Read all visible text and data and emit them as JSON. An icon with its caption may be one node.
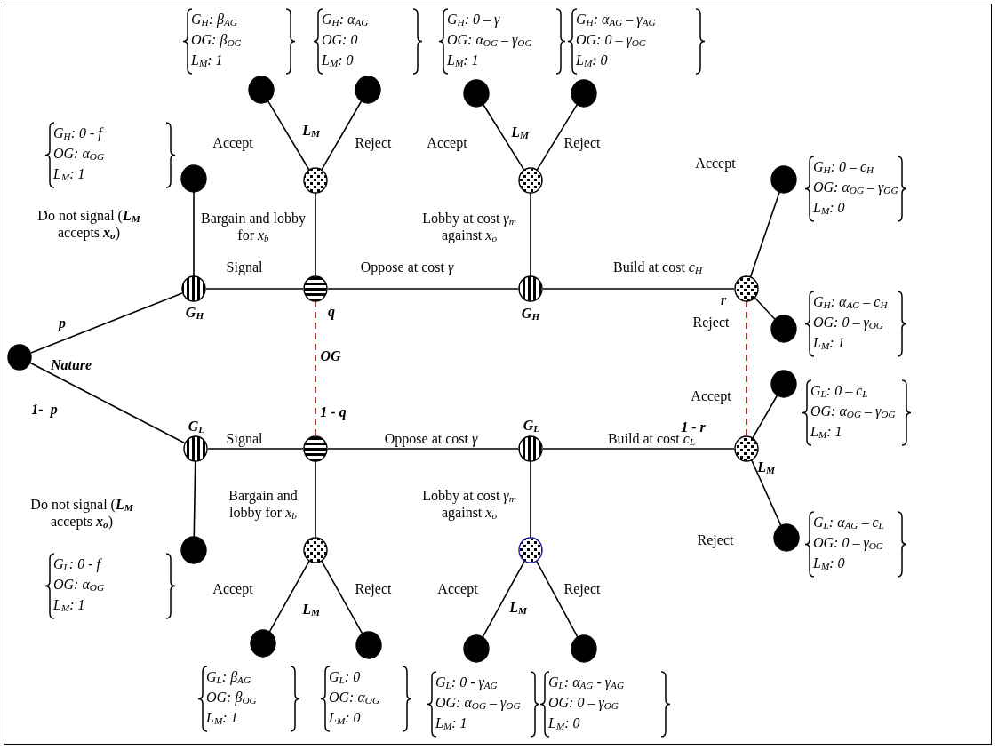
{
  "diagram": {
    "nodes": [
      {
        "text": [],
        "shape": "circle",
        "beside": [
          "Nature"
        ]
      },
      {
        "text": [],
        "shape": "circle",
        "beside": [
          "G$_{H}$"
        ]
      },
      {
        "text": [],
        "shape": "circle",
        "beside": [
          "G$_{L}$"
        ]
      },
      {
        "text": [],
        "shape": "circle",
        "beside": [
          "G$_{H}$: 0 - f",
          "OG: α$_{OG}$",
          "L$_{M}$: 1"
        ]
      },
      {
        "text": [],
        "shape": "circle",
        "beside": [
          "G$_{L}$: 0 - f",
          "OG: α$_{OG}$",
          "L$_{M}$: 1"
        ]
      },
      {
        "text": [],
        "shape": "circle",
        "beside": [
          "q"
        ]
      },
      {
        "text": [],
        "shape": "circle",
        "beside": [
          "1 - q"
        ]
      },
      {
        "text": [],
        "shape": "circle",
        "beside": [
          "L$_{M}$"
        ]
      },
      {
        "text": [],
        "shape": "circle",
        "beside": [
          "G$_{H}$: β$_{AG}$",
          "OG: β$_{OG}$",
          "L$_{M}$: 1"
        ]
      },
      {
        "text": [],
        "shape": "circle",
        "beside": [
          "G$_{H}$: α$_{AG}$",
          "OG: 0",
          "L$_{M}$: 0"
        ]
      },
      {
        "text": [],
        "shape": "circle",
        "beside": [
          "G$_{H}$"
        ]
      },
      {
        "text": [],
        "shape": "circle",
        "beside": [
          "L$_{M}$"
        ]
      },
      {
        "text": [],
        "shape": "circle",
        "beside": [
          "G$_{H}$: 0 – γ",
          "OG: α$_{OG}$ – γ$_{OG}$",
          "L$_{M}$: 1"
        ]
      },
      {
        "text": [],
        "shape": "circle",
        "beside": [
          "G$_{H}$: α$_{AG}$ – γ$_{AG}$",
          "OG: 0 – γ$_{OG}$",
          "L$_{M}$: 0"
        ]
      },
      {
        "text": [],
        "shape": "circle",
        "beside": [
          "r"
        ]
      },
      {
        "text": [],
        "shape": "circle",
        "beside": [
          "G$_{H}$: 0 – c$_{H}$",
          "OG: α$_{OG}$ – γ$_{OG}$",
          "L$_{M}$: 0"
        ]
      },
      {
        "text": [],
        "shape": "circle",
        "beside": [
          "G$_{H}$: α$_{AG}$ – c$_{H}$",
          "OG: 0 – γ$_{OG}$",
          "L$_{M}$: 1"
        ]
      },
      {
        "text": [],
        "shape": "circle",
        "beside": [
          "L$_{M}$"
        ]
      },
      {
        "text": [],
        "shape": "circle",
        "beside": [
          "G$_{L}$: β$_{AG}$",
          "OG: β$_{OG}$",
          "L$_{M}$: 1"
        ]
      },
      {
        "text": [],
        "shape": "circle",
        "beside": [
          "G$_{L}$: 0",
          "OG: α$_{OG}$",
          "L$_{M}$: 0"
        ]
      },
      {
        "text": [],
        "shape": "circle",
        "beside": [
          "G$_{L}$"
        ]
      },
      {
        "text": [],
        "shape": "circle",
        "beside": [
          "L$_{M}$"
        ]
      },
      {
        "text": [],
        "shape": "circle",
        "beside": [
          "G$_{L}$: 0 - γ$_{AG}$",
          "OG: α$_{OG}$ – γ$_{OG}$",
          "L$_{M}$: 1"
        ]
      },
      {
        "text": [],
        "shape": "circle",
        "beside": [
          "G$_{L}$: α$_{AG}$ - γ$_{AG}$",
          "OG: 0 – γ$_{OG}$",
          "L$_{M}$: 0"
        ]
      },
      {
        "text": [],
        "shape": "circle",
        "beside": [
          "1 - r",
          "L$_{M}$"
        ]
      },
      {
        "text": [],
        "shape": "circle",
        "beside": [
          "G$_{L}$: 0 – c$_{L}$",
          "OG: α$_{OG}$ – γ$_{OG}$",
          "L$_{M}$: 1"
        ]
      },
      {
        "text": [],
        "shape": "circle",
        "beside": [
          "G$_{L}$: α$_{AG}$ – c$_{L}$",
          "OG: 0 – γ$_{OG}$",
          "L$_{M}$: 0"
        ]
      }
    ],
    "edges": [
      {
        "from": 0,
        "to": 1,
        "arrow": "none",
        "label": "p"
      },
      {
        "from": 0,
        "to": 2,
        "arrow": "none",
        "label": "1-  p"
      },
      {
        "from": 1,
        "to": 3,
        "arrow": "none",
        "label": "Do not signal (**L$_{M}$** accepts **x$_{o}$**)"
      },
      {
        "from": 1,
        "to": 5,
        "arrow": "none",
        "label": "Signal"
      },
      {
        "from": 2,
        "to": 4,
        "arrow": "none",
        "label": "Do not signal (**L$_{M}$** accepts **x$_{o}$**)"
      },
      {
        "from": 2,
        "to": 6,
        "arrow": "none",
        "label": "Signal"
      },
      {
        "from": 5,
        "to": 6,
        "arrow": "none",
        "label": "OG",
        "style": "dashed",
        "color": "#990000"
      },
      {
        "from": 5,
        "to": 7,
        "arrow": "none",
        "label": "Bargain and lobby for *x$_{b}$*"
      },
      {
        "from": 5,
        "to": 10,
        "arrow": "none",
        "label": "Oppose at cost *γ*"
      },
      {
        "from": 7,
        "to": 8,
        "arrow": "none",
        "label": "Accept"
      },
      {
        "from": 7,
        "to": 9,
        "arrow": "none",
        "label": "Reject"
      },
      {
        "from": 10,
        "to": 11,
        "arrow": "none",
        "label": "Lobby at cost *γ$_{m}$* against *x$_{o}$*"
      },
      {
        "from": 10,
        "to": 14,
        "arrow": "none",
        "label": "Build at cost *c$_{H}$*"
      },
      {
        "from": 11,
        "to": 12,
        "arrow": "none",
        "label": "Accept"
      },
      {
        "from": 11,
        "to": 13,
        "arrow": "none",
        "label": "Reject"
      },
      {
        "from": 14,
        "to": 15,
        "arrow": "none",
        "label": "Accept"
      },
      {
        "from": 14,
        "to": 16,
        "arrow": "none",
        "label": "Reject"
      },
      {
        "from": 14,
        "to": 24,
        "arrow": "none",
        "style": "dashed",
        "color": "#990000"
      },
      {
        "from": 6,
        "to": 17,
        "arrow": "none",
        "label": "Bargain and lobby for *x$_{b}$*"
      },
      {
        "from": 6,
        "to": 20,
        "arrow": "none",
        "label": "Oppose at cost *γ*"
      },
      {
        "from": 17,
        "to": 18,
        "arrow": "none",
        "label": "Accept"
      },
      {
        "from": 17,
        "to": 19,
        "arrow": "none",
        "label": "Reject"
      },
      {
        "from": 20,
        "to": 21,
        "arrow": "none",
        "label": "Lobby at cost *γ$_{m}$* against *x$_{o}$*"
      },
      {
        "from": 20,
        "to": 24,
        "arrow": "none",
        "label": "Build at cost *c$_{L}$*"
      },
      {
        "from": 21,
        "to": 22,
        "arrow": "none",
        "label": "Accept"
      },
      {
        "from": 21,
        "to": 23,
        "arrow": "none",
        "label": "Reject"
      },
      {
        "from": 24,
        "to": 25,
        "arrow": "none",
        "label": "Accept"
      },
      {
        "from": 24,
        "to": 26,
        "arrow": "none",
        "label": "Reject"
      }
    ]
  }
}
